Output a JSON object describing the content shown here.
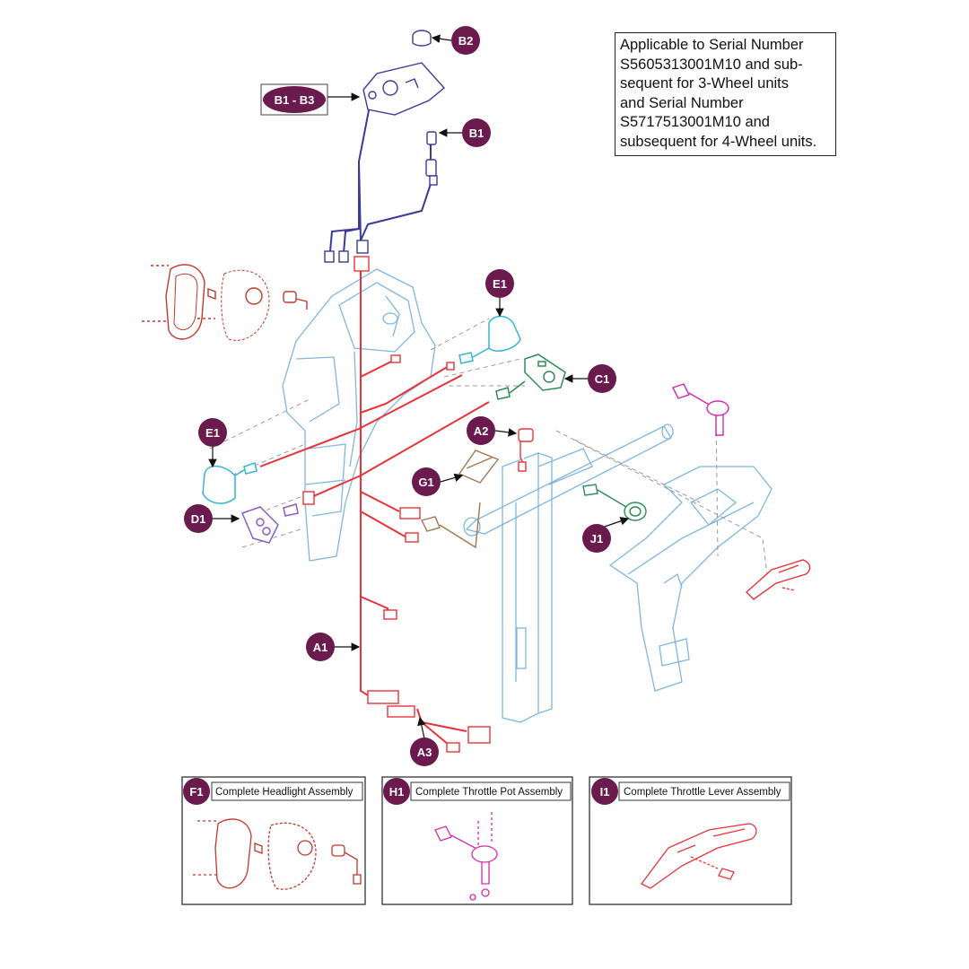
{
  "note": {
    "lines": [
      "Applicable to Serial Number",
      "S5605313001M10 and sub-",
      "sequent for 3-Wheel units",
      "and Serial Number",
      "S5717513001M10 and",
      "subsequent for 4-Wheel units."
    ]
  },
  "callouts": {
    "b2": "B2",
    "b1_b3": "B1 - B3",
    "b1": "B1",
    "e1_top": "E1",
    "c1": "C1",
    "e1_left": "E1",
    "a2": "A2",
    "g1": "G1",
    "d1": "D1",
    "j1": "J1",
    "a1": "A1",
    "a3": "A3"
  },
  "assemblies": {
    "f1": {
      "code": "F1",
      "title": "Complete Headlight Assembly"
    },
    "h1": {
      "code": "H1",
      "title": "Complete Throttle Pot Assembly"
    },
    "i1": {
      "code": "I1",
      "title": "Complete Throttle Lever Assembly"
    }
  },
  "colors": {
    "callout_fill": "#6b1a4e",
    "harness_red": "#e8323a",
    "harness_blue": "#3a3a9a",
    "headlight_red": "#c0392b",
    "light_blue": "#7eb6e0",
    "cyan": "#34b4d4",
    "green": "#2e8b57",
    "purple": "#8a5cc4",
    "brown": "#a07850",
    "magenta": "#d62aa8",
    "gray": "#8a8a8a"
  }
}
